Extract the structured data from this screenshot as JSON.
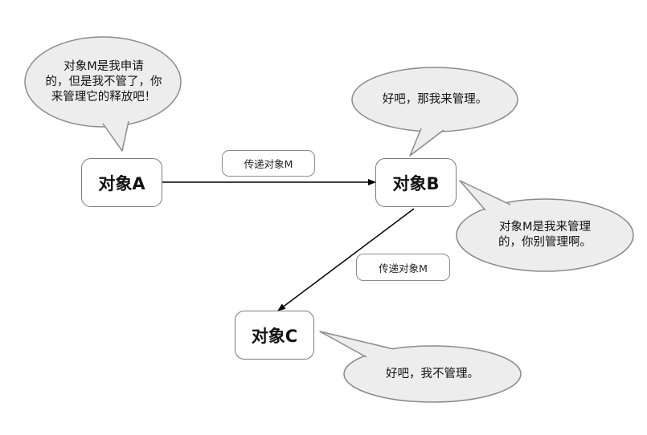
{
  "nodes": {
    "a": "对象A",
    "b": "对象B",
    "c": "对象C"
  },
  "edges": {
    "a_to_b": "传递对象M",
    "b_to_c": "传递对象M"
  },
  "bubbles": {
    "a": [
      "对象M是我申请",
      "的，但是我不管了，你",
      "来管理它的释放吧！"
    ],
    "b_top": [
      "好吧，那我来管理。"
    ],
    "b_right": [
      "对象M是我来管理",
      "的，你别管理啊。"
    ],
    "c": [
      "好吧，我不管理。"
    ]
  },
  "colors": {
    "bubble_fill": "#ededed",
    "bubble_stroke": "#8a8a8a",
    "arrow": "#000000"
  }
}
